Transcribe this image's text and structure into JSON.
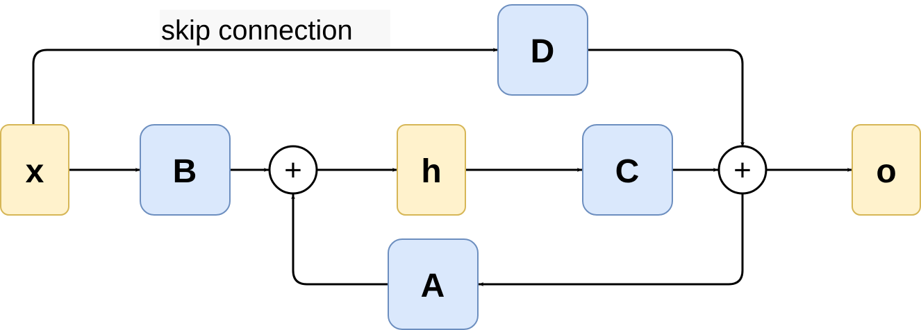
{
  "nodes": {
    "x": {
      "label": "x",
      "kind": "variable"
    },
    "B": {
      "label": "B",
      "kind": "block"
    },
    "h": {
      "label": "h",
      "kind": "variable"
    },
    "C": {
      "label": "C",
      "kind": "block"
    },
    "o": {
      "label": "o",
      "kind": "variable"
    },
    "D": {
      "label": "D",
      "kind": "block"
    },
    "A": {
      "label": "A",
      "kind": "block"
    }
  },
  "sum_nodes": {
    "left": {
      "symbol": "+"
    },
    "right": {
      "symbol": "+"
    }
  },
  "edge_labels": {
    "skip": "skip connection"
  },
  "colors": {
    "variable_fill": "#fff2cc",
    "variable_stroke": "#d6b656",
    "block_fill": "#dae8fc",
    "block_stroke": "#6c8ebf",
    "line": "#000000"
  }
}
